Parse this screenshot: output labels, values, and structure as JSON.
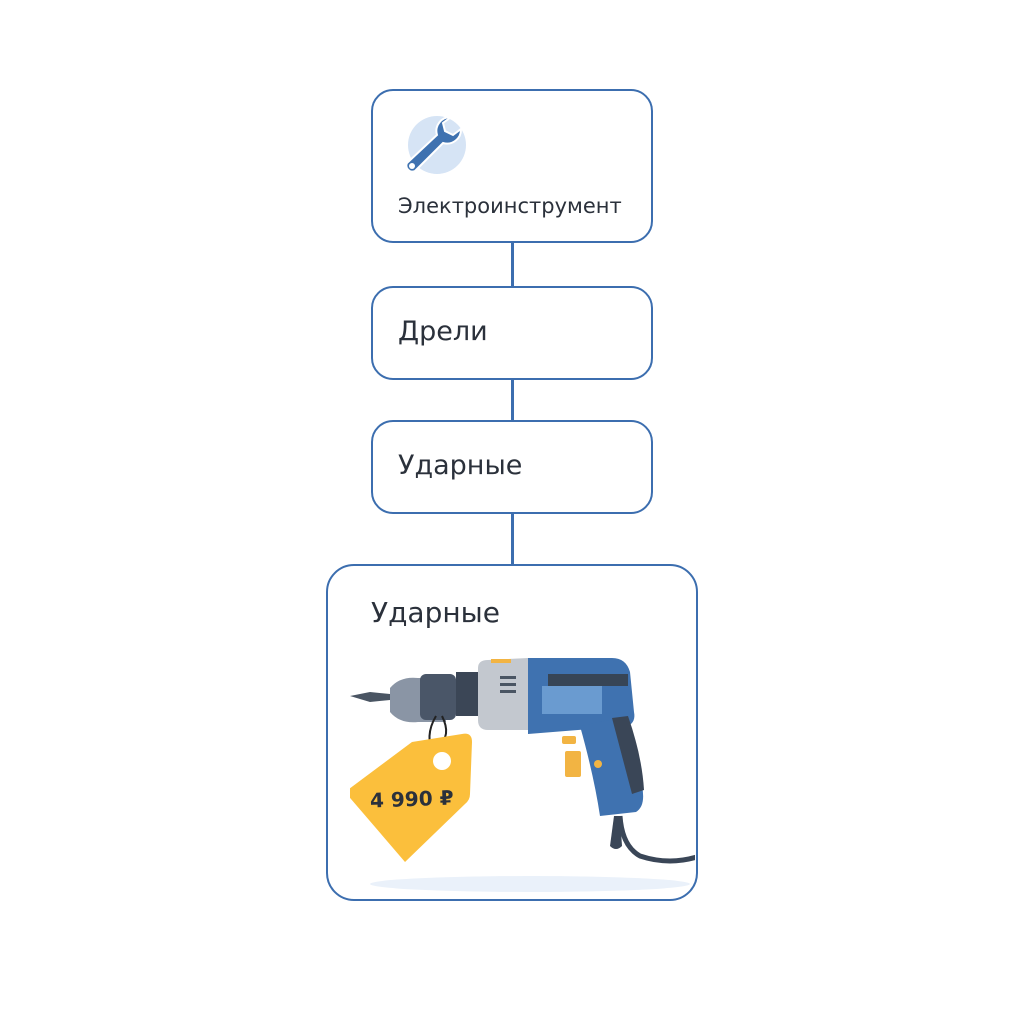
{
  "nodes": [
    {
      "label": "Электроинструмент",
      "icon": "wrench-icon"
    },
    {
      "label": "Дрели"
    },
    {
      "label": "Ударные"
    }
  ],
  "product_card": {
    "title": "Ударные",
    "image": "impact-drill",
    "price": "4 990 ₽"
  },
  "colors": {
    "border": "#3c6eaf",
    "accent_blue": "#3f72b0",
    "tag_yellow": "#fbbf3c",
    "text": "#2b313b"
  }
}
